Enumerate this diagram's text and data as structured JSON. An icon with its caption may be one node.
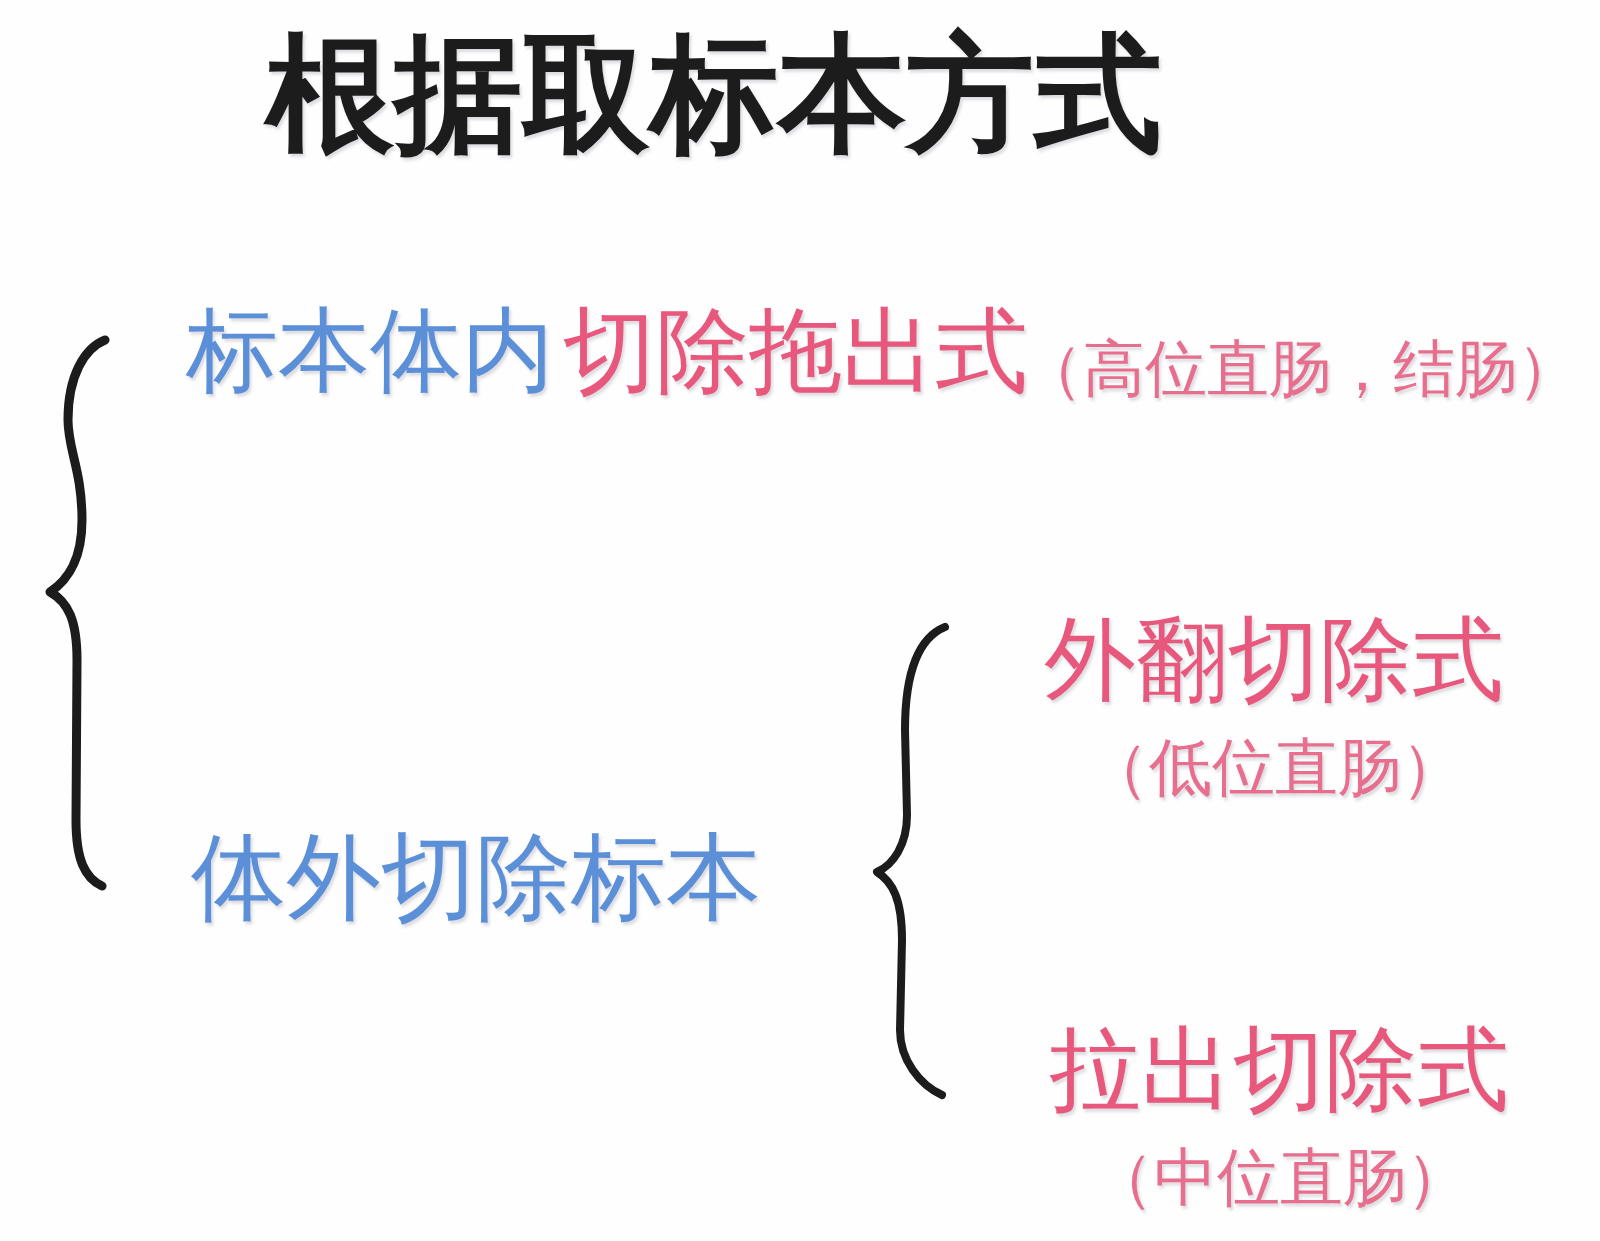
{
  "diagram": {
    "title": "根据取标本方式",
    "labels": [
      "标本体内",
      "切除拖出式",
      "（高位直肠，结肠）",
      "体外切除标本",
      "外翻切除式",
      "（低位直肠）",
      "拉出切除式",
      "（中位直肠）"
    ]
  }
}
